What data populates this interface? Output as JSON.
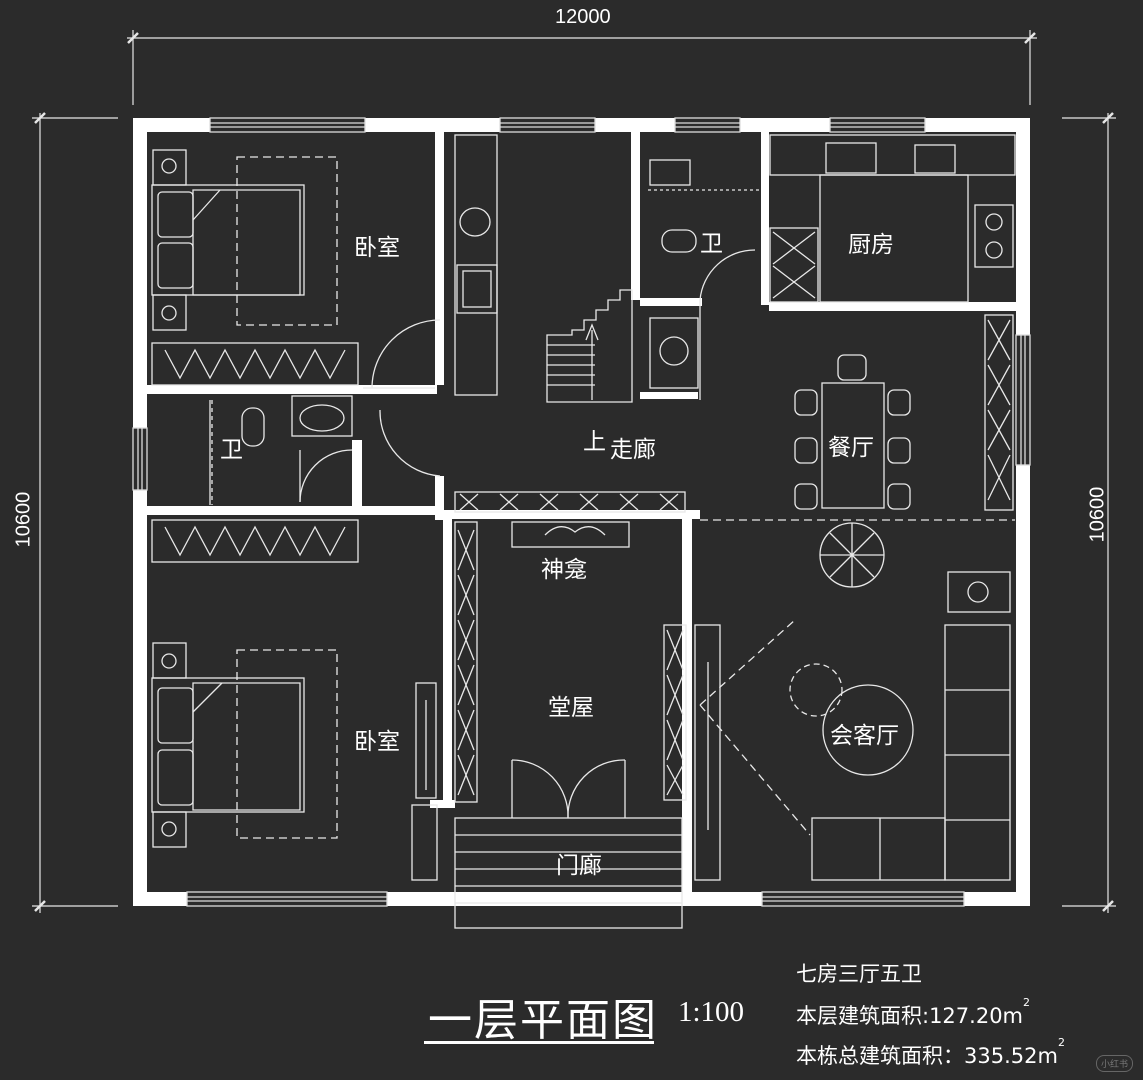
{
  "dimensions": {
    "top": "12000",
    "left": "10600",
    "right": "10600"
  },
  "rooms": {
    "bedroom_top": "卧室",
    "bath_top": "卫",
    "kitchen": "厨房",
    "bath_left": "卫",
    "corridor": "走廊",
    "stair_up": "上",
    "dining": "餐厅",
    "shrine": "神龛",
    "main_hall": "堂屋",
    "bedroom_bottom": "卧室",
    "living": "会客厅",
    "porch": "门廊"
  },
  "title": "一层平面图",
  "scale": "1:100",
  "info": {
    "layout": "七房三厅五卫",
    "floor_area_label": "本层建筑面积:127.20m",
    "floor_area_sup": "2",
    "total_area_label": "本栋总建筑面积：335.52m",
    "total_area_sup": "2"
  },
  "watermark": "小红书",
  "colors": {
    "background": "#2b2b2b",
    "wall": "#ffffff",
    "line": "#e6e6e6"
  },
  "icons": [
    "bed-icon",
    "toilet-icon",
    "sink-icon",
    "stove-icon",
    "dining-table-icon",
    "sofa-icon",
    "door-swing-icon",
    "stair-icon",
    "tree-icon",
    "window-icon"
  ]
}
